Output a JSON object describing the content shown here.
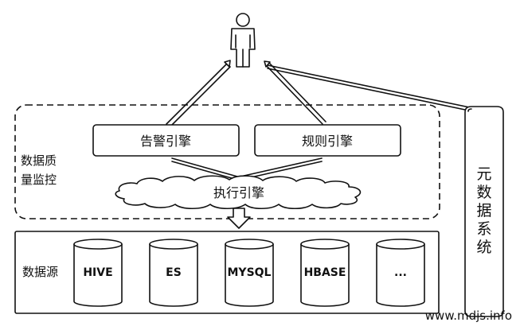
{
  "quality_panel": {
    "label_line1": "数据质",
    "label_line2": "量监控"
  },
  "engines": {
    "alert": "告警引擎",
    "rule": "规则引擎",
    "exec": "执行引擎"
  },
  "sources": {
    "label": "数据源",
    "items": [
      "HIVE",
      "ES",
      "MYSQL",
      "HBASE",
      "..."
    ]
  },
  "metadata": {
    "chars": [
      "元",
      "数",
      "据",
      "系",
      "统"
    ]
  },
  "watermark": "www.mdjs.info"
}
